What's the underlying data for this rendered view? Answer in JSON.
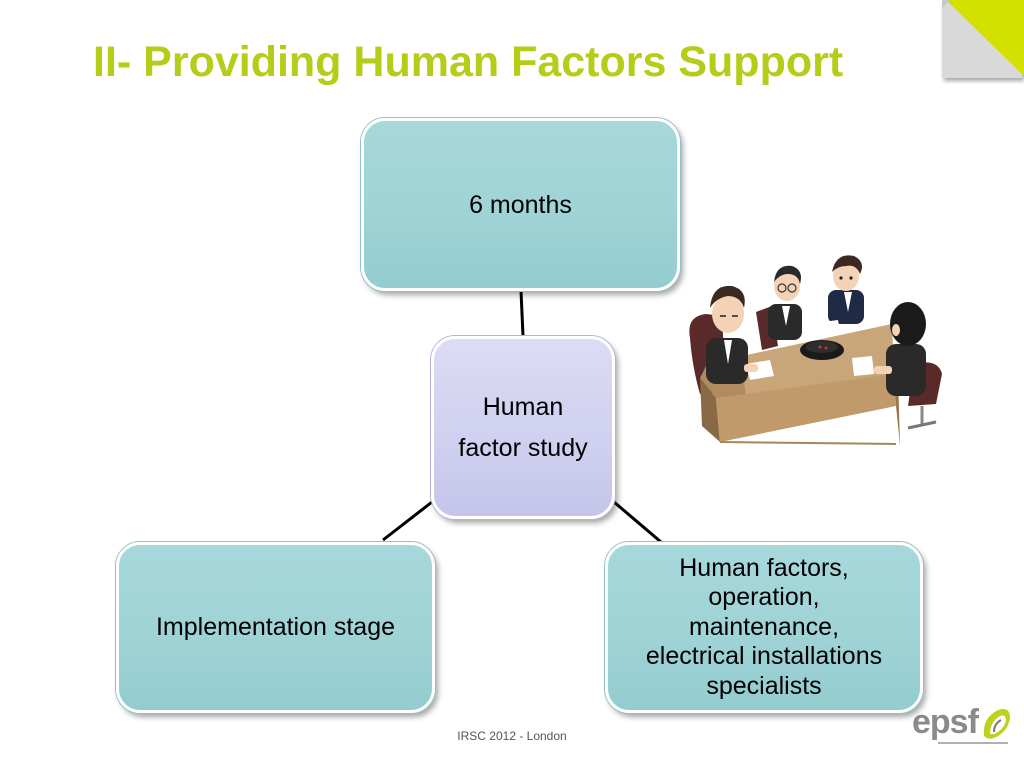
{
  "slide": {
    "title": "II- Providing Human Factors Support",
    "footer": "IRSC 2012 - London"
  },
  "diagram": {
    "center": {
      "lines": [
        "Human",
        "factor study"
      ]
    },
    "top": {
      "text": "6 months"
    },
    "bottom_left": {
      "text": "Implementation stage"
    },
    "bottom_right": {
      "lines": [
        "Human factors,",
        "operation,",
        "maintenance,",
        "electrical installations",
        "specialists"
      ]
    }
  },
  "logo": {
    "text": "epsf"
  },
  "colors": {
    "title": "#b5cc18",
    "teal_node": "#9fd3d6",
    "lavender_node": "#cfcff0",
    "connector": "#000000",
    "corner_accent": "#d4e000"
  },
  "icons": [
    "meeting-illustration",
    "corner-fold-icon",
    "epsf-logo"
  ]
}
